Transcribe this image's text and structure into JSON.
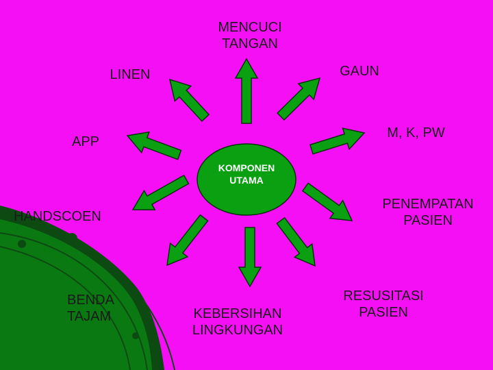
{
  "colors": {
    "background": "#f50ff5",
    "green": "#0aa012",
    "dark_green": "#0c4a12",
    "arrow_outline": "#06300a",
    "text": "#1a1a1a",
    "center_text": "#ffffff"
  },
  "center": {
    "line1": "KOMPONEN",
    "line2": "UTAMA"
  },
  "labels": {
    "mencuci": [
      "MENCUCI",
      "TANGAN"
    ],
    "gaun": "GAUN",
    "linen": "LINEN",
    "mkpw": "M, K, PW",
    "app": "APP",
    "handscoen": "HANDSCOEN",
    "penempatan": [
      "PENEMPATAN",
      "PASIEN"
    ],
    "benda": [
      "BENDA",
      "TAJAM"
    ],
    "kebersihan": [
      "KEBERSIHAN",
      "LINGKUNGAN"
    ],
    "resusitasi": [
      "RESUSITASI",
      "PASIEN"
    ]
  },
  "arrows": [
    {
      "name": "arrow-mencuci-tangan",
      "direction": "up"
    },
    {
      "name": "arrow-gaun",
      "direction": "up-right"
    },
    {
      "name": "arrow-linen",
      "direction": "up-left"
    },
    {
      "name": "arrow-mkpw",
      "direction": "right"
    },
    {
      "name": "arrow-app",
      "direction": "left"
    },
    {
      "name": "arrow-handscoen",
      "direction": "left-down"
    },
    {
      "name": "arrow-penempatan",
      "direction": "right-down"
    },
    {
      "name": "arrow-benda-tajam",
      "direction": "down-left"
    },
    {
      "name": "arrow-kebersihan",
      "direction": "down"
    },
    {
      "name": "arrow-resusitasi",
      "direction": "down-right"
    }
  ]
}
